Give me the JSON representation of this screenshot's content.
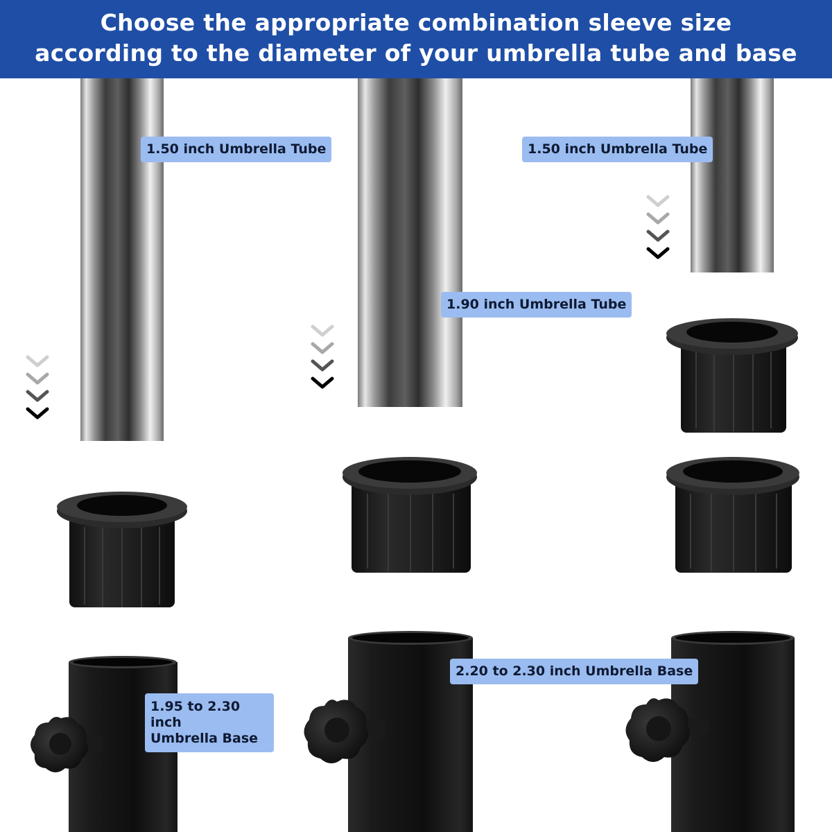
{
  "banner": {
    "line1": "Choose the appropriate combination sleeve size",
    "line2": "according to the diameter of your umbrella tube and base"
  },
  "labels": {
    "tube_left": "1.50 inch Umbrella Tube",
    "tube_middle": "1.90 inch Umbrella Tube",
    "tube_right": "1.50 inch Umbrella Tube",
    "base_left_line1": "1.95 to 2.30 inch",
    "base_left_line2": "Umbrella Base",
    "base_right": "2.20 to 2.30 inch Umbrella Base"
  },
  "colors": {
    "banner": "#1f4ea6",
    "label_bg": "#9bbcf0",
    "sleeve": "#1c1c1c",
    "base": "#141414"
  },
  "icons": [
    "chevron-down-icon",
    "knob-icon"
  ]
}
